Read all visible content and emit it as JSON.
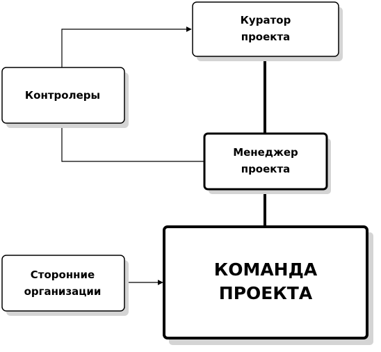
{
  "nodes": {
    "curator": {
      "lines": [
        "Куратор",
        "проекта"
      ]
    },
    "controllers": {
      "lines": [
        "Контролеры"
      ]
    },
    "manager": {
      "lines": [
        "Менеджер",
        "проекта"
      ]
    },
    "third_party": {
      "lines": [
        "Сторонние",
        "организации"
      ]
    },
    "team": {
      "lines": [
        "КОМАНДА",
        "ПРОЕКТА"
      ]
    }
  },
  "edges": [
    {
      "from": "controllers",
      "to": "curator",
      "style": "arrow"
    },
    {
      "from": "manager",
      "to": "controllers",
      "style": "arrow"
    },
    {
      "from": "curator",
      "to": "manager",
      "style": "thick-line"
    },
    {
      "from": "manager",
      "to": "team",
      "style": "thick-line"
    },
    {
      "from": "third_party",
      "to": "team",
      "style": "arrow"
    }
  ]
}
